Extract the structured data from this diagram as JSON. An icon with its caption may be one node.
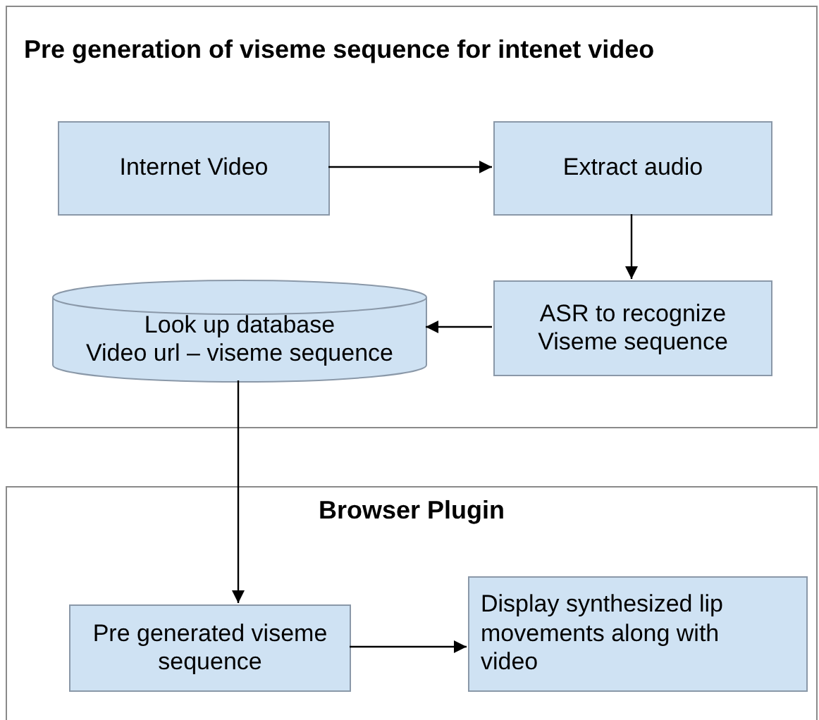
{
  "diagram": {
    "nodes": [
      {
        "text": [
          "Pre generation of viseme sequence for intenet video"
        ]
      },
      {
        "text": [
          "Internet Video"
        ],
        "in": 0
      },
      {
        "text": [
          "Extract audio"
        ],
        "in": 0
      },
      {
        "text": [
          "ASR to recognize Viseme sequence"
        ],
        "in": 0
      },
      {
        "text": [
          "Look up database",
          "Video url – viseme sequence"
        ],
        "in": 0
      },
      {
        "text": [
          "Browser Plugin"
        ]
      },
      {
        "text": [
          "Pre generated viseme sequence"
        ],
        "in": 5
      },
      {
        "text": [
          "Display synthesized lip movements  along with video"
        ],
        "in": 5
      }
    ],
    "edges": [
      {
        "from": 1,
        "to": 2,
        "arrow": "to"
      },
      {
        "from": 2,
        "to": 3,
        "arrow": "to"
      },
      {
        "from": 3,
        "to": 4,
        "arrow": "to"
      },
      {
        "from": 4,
        "to": 6,
        "arrow": "to"
      },
      {
        "from": 6,
        "to": 7,
        "arrow": "to"
      }
    ]
  }
}
